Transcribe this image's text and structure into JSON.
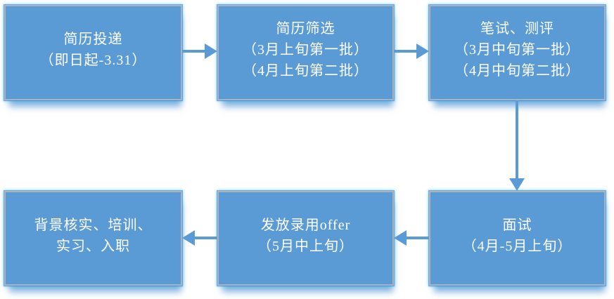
{
  "colors": {
    "page_bg": "#FFFFFF",
    "box_fill": "#5B9BD5",
    "box_border": "#ADB3B8",
    "box_glow": "#00B0F0",
    "arrow_color": "#5B9BD5",
    "text_color": "#FFFFFF"
  },
  "flowchart": {
    "title": "recruitment-process-flow",
    "nodes": [
      {
        "id": "resume-submission",
        "lines": [
          "简历投递",
          "（即日起-3.31）"
        ]
      },
      {
        "id": "resume-screening",
        "lines": [
          "简历筛选",
          "（3月上旬第一批）",
          "（4月上旬第二批）"
        ]
      },
      {
        "id": "written-test-assessment",
        "lines": [
          "笔试、测评",
          "（3月中旬第一批）",
          "（4月中旬第二批）"
        ]
      },
      {
        "id": "interview",
        "lines": [
          "面试",
          "（4月-5月上旬）"
        ]
      },
      {
        "id": "offer-issuance",
        "lines": [
          "发放录用offer",
          "（5月中上旬）"
        ]
      },
      {
        "id": "background-check-onboarding",
        "lines": [
          "背景核实、培训、",
          "实习、入职"
        ]
      }
    ],
    "edges": [
      {
        "from": "resume-submission",
        "to": "resume-screening",
        "direction": "right"
      },
      {
        "from": "resume-screening",
        "to": "written-test-assessment",
        "direction": "right"
      },
      {
        "from": "written-test-assessment",
        "to": "interview",
        "direction": "down"
      },
      {
        "from": "interview",
        "to": "offer-issuance",
        "direction": "left"
      },
      {
        "from": "offer-issuance",
        "to": "background-check-onboarding",
        "direction": "left"
      }
    ]
  }
}
